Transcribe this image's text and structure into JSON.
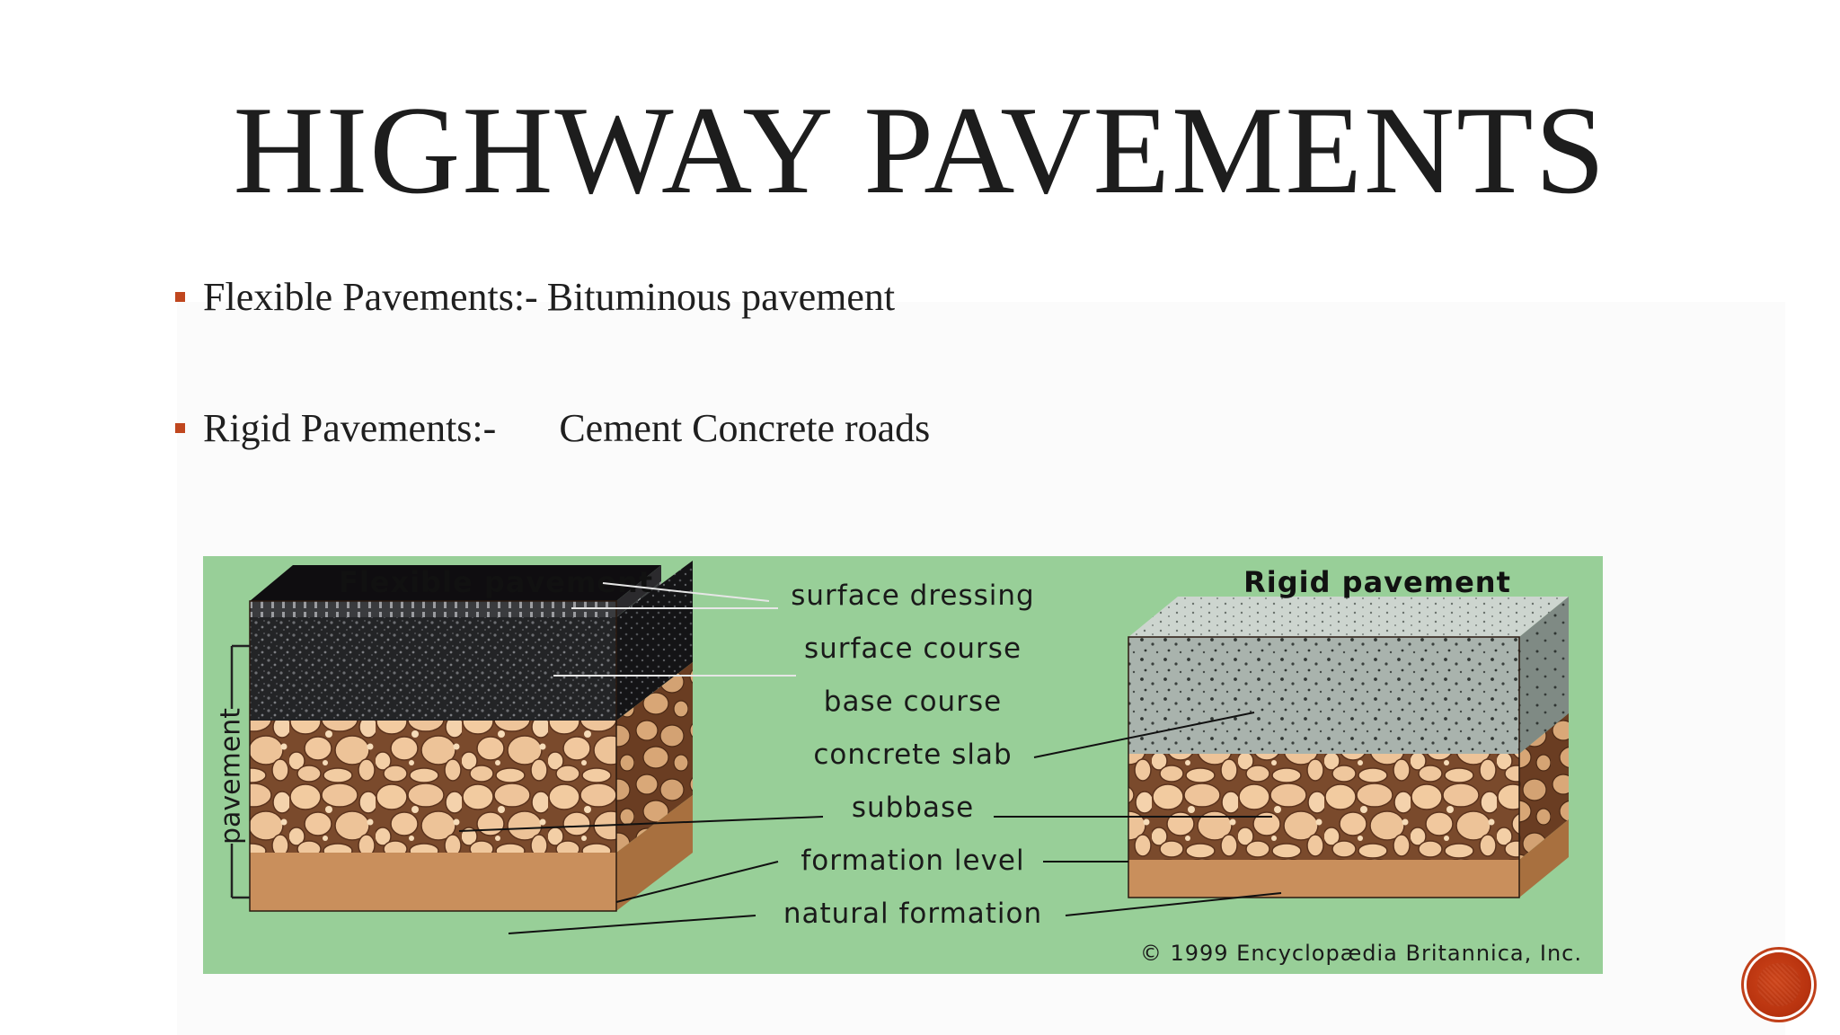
{
  "slide": {
    "title": "HIGHWAY PAVEMENTS",
    "bullets": [
      {
        "term": "Flexible Pavements:-",
        "definition": "Bituminous pavement"
      },
      {
        "term": "Rigid Pavements:-",
        "definition": "Cement Concrete roads"
      }
    ]
  },
  "figure": {
    "flexible_title": "Flexible pavement",
    "rigid_title": "Rigid pavement",
    "bracket_label": "pavement",
    "layer_labels": [
      "surface dressing",
      "surface course",
      "base course",
      "concrete slab",
      "subbase",
      "formation level",
      "natural formation"
    ],
    "credit": "© 1999 Encyclopædia Britannica, Inc.",
    "colors": {
      "background": "#98cf98",
      "asphalt": "#1c1c1e",
      "concrete": "#a8b2ac",
      "stones": "#f0c79a",
      "soil": "#c98f5c",
      "accent": "#c0471f"
    }
  },
  "nav": {
    "icon": "circle-icon"
  }
}
